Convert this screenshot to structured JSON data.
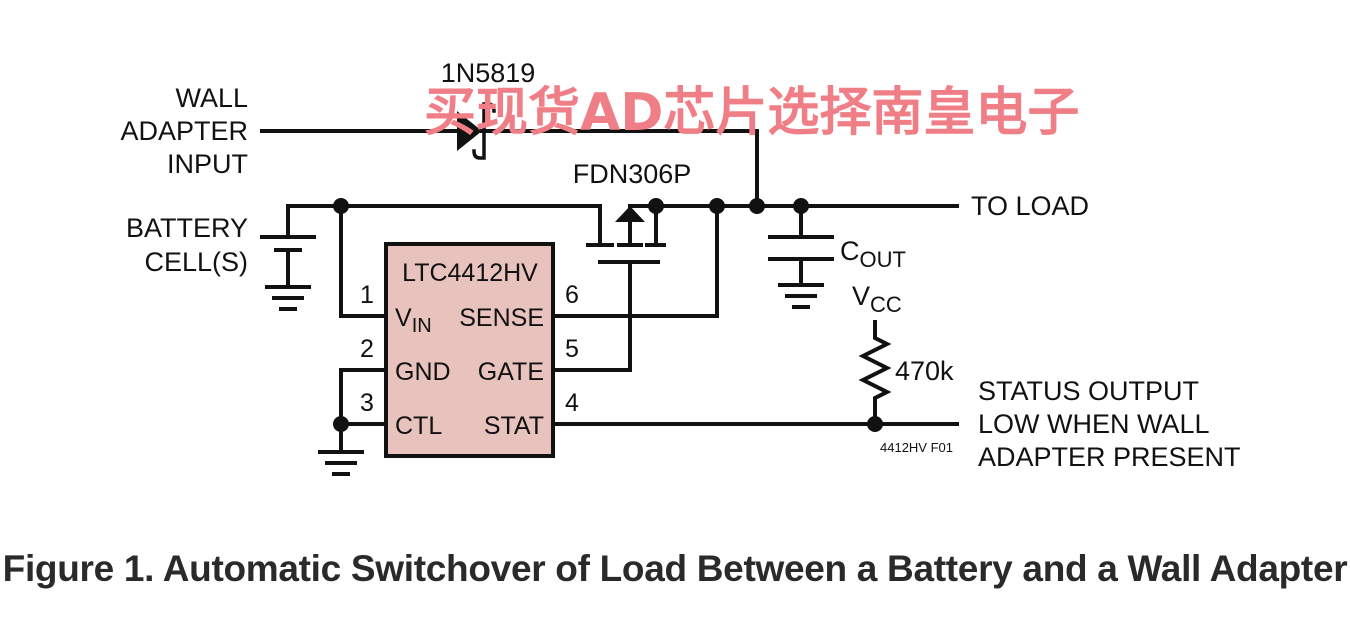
{
  "labels": {
    "wall_adapter_input": [
      "WALL",
      "ADAPTER",
      "INPUT"
    ],
    "diode": "1N5819",
    "mosfet": "FDN306P",
    "to_load": "TO LOAD",
    "battery": [
      "BATTERY",
      "CELL(S)"
    ],
    "cout_main": "C",
    "cout_sub": "OUT",
    "vcc_main": "V",
    "vcc_sub": "CC",
    "resistor": "470k",
    "status_output": [
      "STATUS OUTPUT",
      "LOW WHEN WALL",
      "ADAPTER PRESENT"
    ],
    "figure_code": "4412HV F01"
  },
  "ic": {
    "name": "LTC4412HV",
    "color": "#e8c3bd",
    "pins": {
      "vin_num": "1",
      "vin_main": "V",
      "vin_sub": "IN",
      "gnd_num": "2",
      "gnd": "GND",
      "ctl_num": "3",
      "ctl": "CTL",
      "stat_num": "4",
      "stat": "STAT",
      "gate_num": "5",
      "gate": "GATE",
      "sense_num": "6",
      "sense": "SENSE"
    }
  },
  "watermark": "买现货AD芯片选择南皇电子",
  "caption": "Figure 1. Automatic Switchover of Load Between a Battery and a Wall Adapter"
}
